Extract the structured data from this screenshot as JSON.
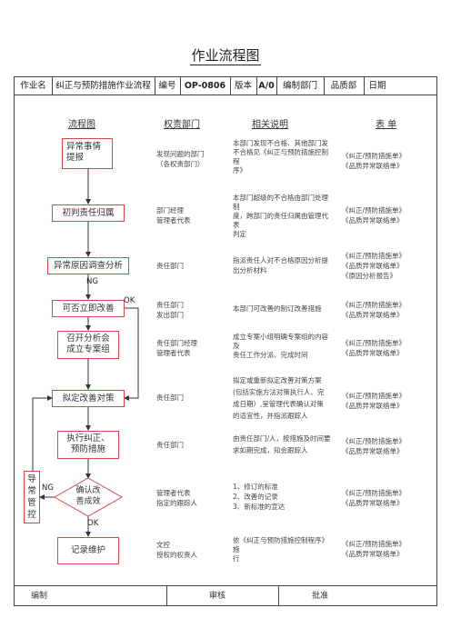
{
  "title": "作业流程图",
  "header": {
    "name_label": "作业名",
    "name_value": "纠正与预防措施作业流程",
    "code_label": "编号",
    "code_value": "OP-0806",
    "version_label": "版本",
    "version_value": "A/0",
    "dept_label": "编制部门",
    "dept_value": "品质部",
    "date_label": "日期",
    "date_value": ""
  },
  "columns": {
    "flow": "流程图",
    "duty": "权责部门",
    "desc": "相关说明",
    "forms": "表 单"
  },
  "steps": [
    {
      "node": [
        "异常事情",
        "提报"
      ],
      "duty": [
        "发现问题的部门",
        "（各权责部门）"
      ],
      "desc": [
        "本部门发现不合格、其他部门发",
        "不合格见《纠正与预防措施控制",
        "程",
        "序》"
      ],
      "forms": [
        "《纠正/预防措施单》",
        "《品质异常联络单》"
      ]
    },
    {
      "node": [
        "初判责任归属"
      ],
      "duty": [
        "部门经理",
        "管理者代表"
      ],
      "desc": [
        "本部门超级的不合格由部门处理",
        "制",
        "度，跨部门的责任归属由管理代",
        "表",
        "判定"
      ],
      "forms": [
        "《纠正/预防措施单》",
        "《品质异常联络单》"
      ]
    },
    {
      "node": [
        "异常原因调查分析"
      ],
      "duty": [
        "责任部门"
      ],
      "desc": [
        "指派责任人对不合格原因分析提",
        "出分析材料"
      ],
      "forms": [
        "《纠正/预防措施单》",
        "《品质异常联络单》",
        "《原因分析报告》"
      ]
    },
    {
      "node": [
        "可否立即改善"
      ],
      "duty": [
        "责任部门",
        "发出部门"
      ],
      "desc": [
        "本部门可改善的制订改善措施"
      ],
      "forms": [
        "《纠正/预防措施单》",
        "《品质异常联络单》"
      ]
    },
    {
      "node": [
        "召开分析会",
        "成立专案组"
      ],
      "duty": [
        "责任部门经理",
        "管理者代表"
      ],
      "desc": [
        "成立专案小组明确专案组的内容",
        "及",
        "责任工作分派、完成时间"
      ],
      "forms": [
        "《纠正/预防措施单》",
        "《品质异常联络单》"
      ]
    },
    {
      "node": [
        "拟定改善对策"
      ],
      "duty": [
        "责任部门"
      ],
      "desc": [
        "拟定或重新拟定改善对策方案",
        "(包括实施方法对策执行人、完",
        "成日期）,呈管理代表确认对策",
        "的适宜性，并指派跟踪人"
      ],
      "forms": [
        "《纠正/预防措施单》",
        "《品质异常联络单》"
      ]
    },
    {
      "node": [
        "执行纠正、",
        "预防措施"
      ],
      "duty": [
        "责任部门"
      ],
      "desc": [
        "由责任部门/人，按措施及时间要",
        "求如期完成，知会跟踪人"
      ],
      "forms": [
        "《纠正/预防措施单》",
        "《品质异常联络单》"
      ]
    },
    {
      "node": [
        "确认改",
        "善成效"
      ],
      "duty": [
        "管理者代表",
        "指定的跟踪人"
      ],
      "desc": [
        "1、修订的标准",
        "2、改善的记录",
        "3、新标准的宣达"
      ],
      "forms": [
        "《纠正/预防措施单》",
        "《品质异常联络单》"
      ]
    },
    {
      "node": [
        "记录维护"
      ],
      "duty": [
        "文控",
        "授权的权责人"
      ],
      "desc": [
        "依《纠正与预防措施控制程序》",
        "施",
        "行"
      ],
      "forms": [
        "《纠正/预防措施单》",
        "《品质异常联络单》"
      ]
    }
  ],
  "side_box": [
    "导",
    "常",
    "管",
    "控"
  ],
  "labels": {
    "ng1": "NG",
    "ok1": "OK",
    "ng2": "NG",
    "ok2": "OK"
  },
  "footer": {
    "prepared": "编制",
    "reviewed": "审核",
    "approved": "批准"
  }
}
